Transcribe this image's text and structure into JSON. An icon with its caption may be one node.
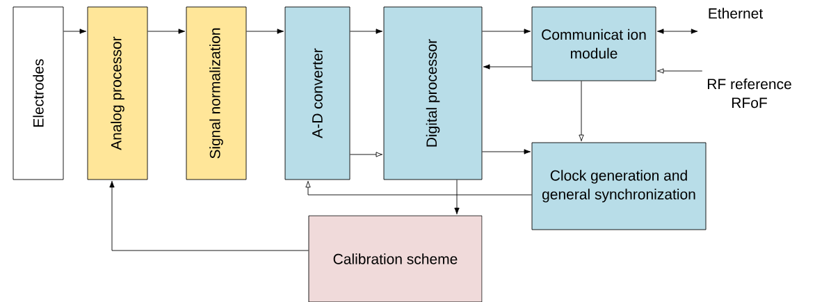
{
  "diagram": {
    "nodes": [
      {
        "text": [
          "Electrodes"
        ]
      },
      {
        "text": [
          "Analog processor"
        ]
      },
      {
        "text": [
          "Signal normalization"
        ]
      },
      {
        "text": [
          "A-D converter"
        ]
      },
      {
        "text": [
          "Digital processor"
        ]
      },
      {
        "text": [
          "Communicat ion module"
        ]
      },
      {
        "text": [
          "Clock generation and general synchronization"
        ]
      },
      {
        "text": [
          "Calibration scheme"
        ]
      },
      {
        "text": [
          "Ethernet"
        ]
      },
      {
        "text": [
          "RF reference RFoF"
        ]
      }
    ],
    "edges": [
      {
        "from": 0,
        "to": 1,
        "arrow": "to"
      },
      {
        "from": 1,
        "to": 2,
        "arrow": "to"
      },
      {
        "from": 2,
        "to": 3,
        "arrow": "to"
      },
      {
        "from": 3,
        "to": 4,
        "arrow": "to"
      },
      {
        "from": 4,
        "to": 5,
        "arrow": "to"
      },
      {
        "from": 5,
        "to": 4,
        "arrow": "to"
      },
      {
        "from": 5,
        "to": 8,
        "arrow": "both"
      },
      {
        "from": 9,
        "to": 5,
        "arrow": "to"
      },
      {
        "from": 5,
        "to": 6,
        "arrow": "to"
      },
      {
        "from": 4,
        "to": 6,
        "arrow": "to"
      },
      {
        "from": 3,
        "to": 4,
        "arrow": "to"
      },
      {
        "from": 6,
        "to": 3,
        "arrow": "to"
      },
      {
        "from": 4,
        "to": 7,
        "arrow": "to"
      },
      {
        "from": 7,
        "to": 1,
        "arrow": "to"
      }
    ]
  }
}
